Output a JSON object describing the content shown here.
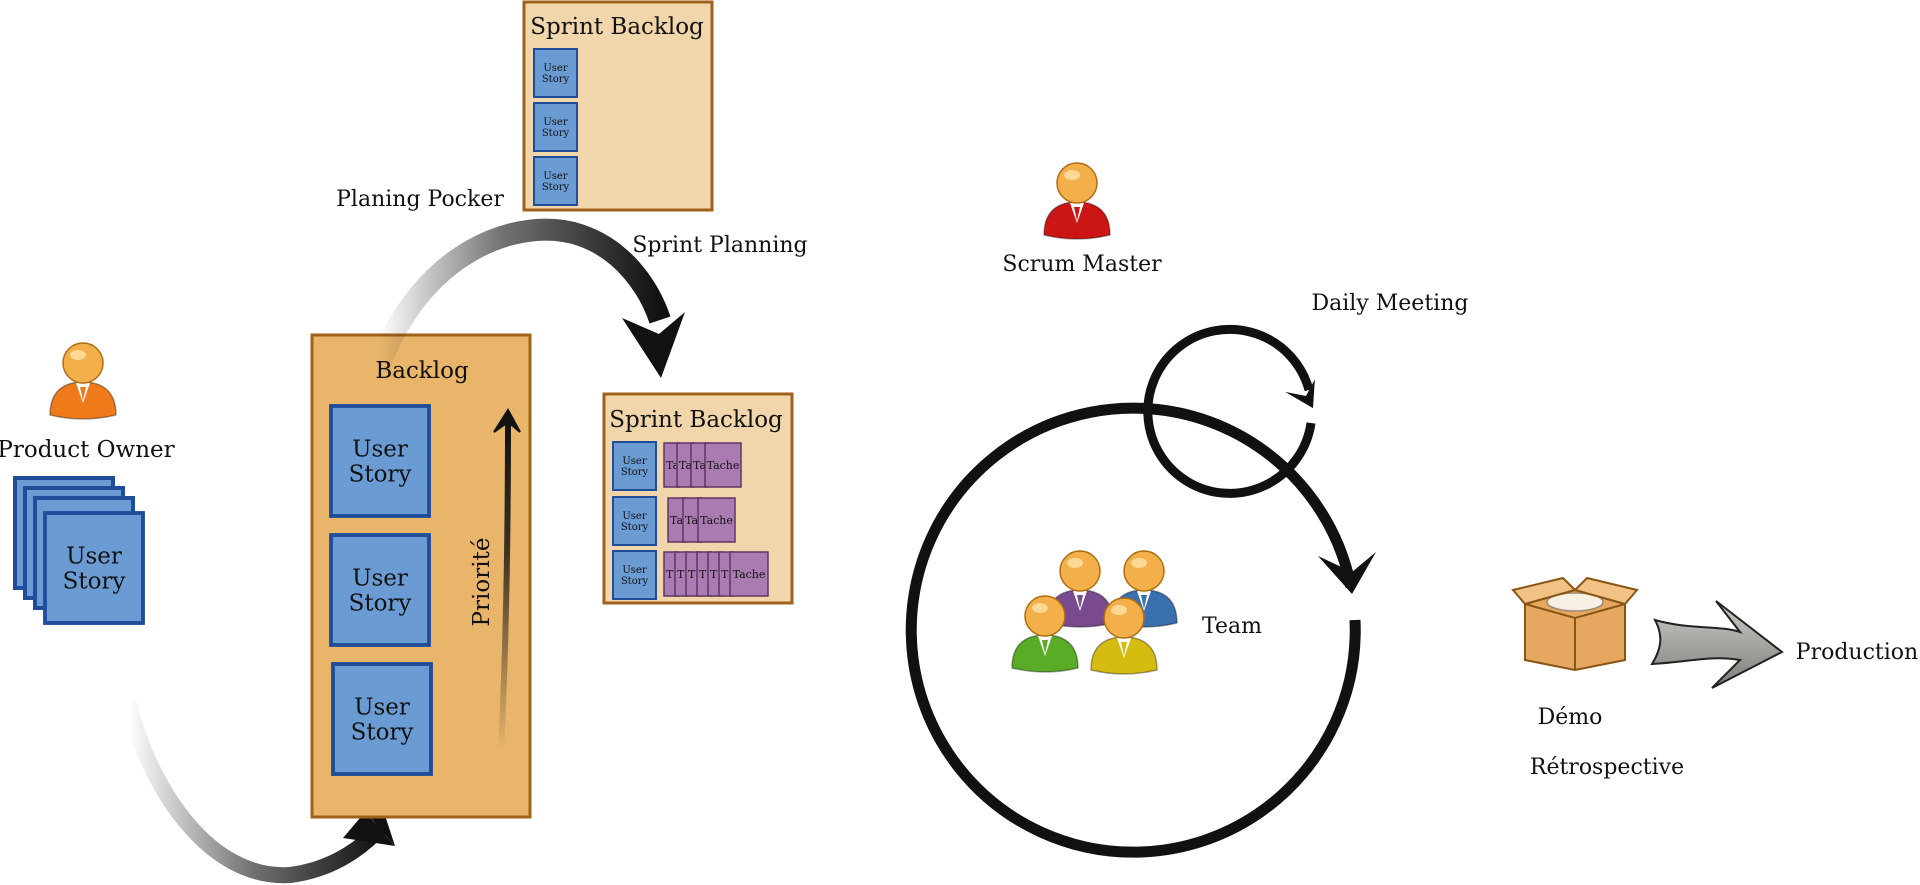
{
  "labels": {
    "product_owner": "Product Owner",
    "scrum_master": "Scrum Master",
    "team": "Team",
    "backlog": "Backlog",
    "priority": "Priorité",
    "planning_poker": "Planing Pocker",
    "sprint_planning": "Sprint Planning",
    "daily_meeting": "Daily Meeting",
    "demo": "Démo",
    "retrospective": "Rétrospective",
    "production": "Production"
  },
  "user_story_label": [
    "User",
    "Story"
  ],
  "task_label": "Tache",
  "product_owner_stack": {
    "count": 4
  },
  "backlog": {
    "story_count": 3
  },
  "sprint_backlog_top": {
    "title": "Sprint Backlog",
    "story_count": 3
  },
  "sprint_backlog_main": {
    "title": "Sprint Backlog",
    "rows": [
      {
        "tasks": [
          "Ta",
          "Ta",
          "Ta",
          "Tache"
        ]
      },
      {
        "tasks": [
          "Ta",
          "Ta",
          "Tache"
        ]
      },
      {
        "tasks": [
          "T",
          "T",
          "T",
          "T",
          "T",
          "T",
          "Tache"
        ]
      }
    ]
  },
  "colors": {
    "story_fill": "#6a9bd3",
    "story_stroke": "#1f4d99",
    "backlog_fill": "#e8b56b",
    "backlog_stroke": "#a0621a",
    "sprint_fill": "#f2d6ab",
    "task_fill": "#a97bb0",
    "task_stroke": "#5f3566",
    "product_owner": "#ef7a1a",
    "scrum_master": "#cc1515",
    "team": [
      "#3a6fb0",
      "#7a4a8e",
      "#5aab25",
      "#d6bb10"
    ]
  },
  "icons": [
    "person-icon",
    "box-icon",
    "arrow-icon"
  ]
}
